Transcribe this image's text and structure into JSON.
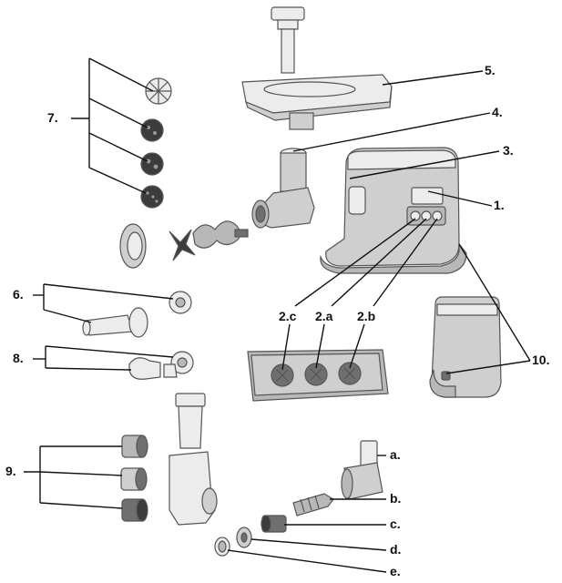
{
  "labels": {
    "l1": "1.",
    "l2a": "2.a",
    "l2b": "2.b",
    "l2c": "2.c",
    "l3": "3.",
    "l4": "4.",
    "l5": "5.",
    "l6": "6.",
    "l7": "7.",
    "l8": "8.",
    "l9": "9.",
    "l10": "10.",
    "la": "a.",
    "lb": "b.",
    "lc": "c.",
    "ld": "d.",
    "le": "e."
  }
}
